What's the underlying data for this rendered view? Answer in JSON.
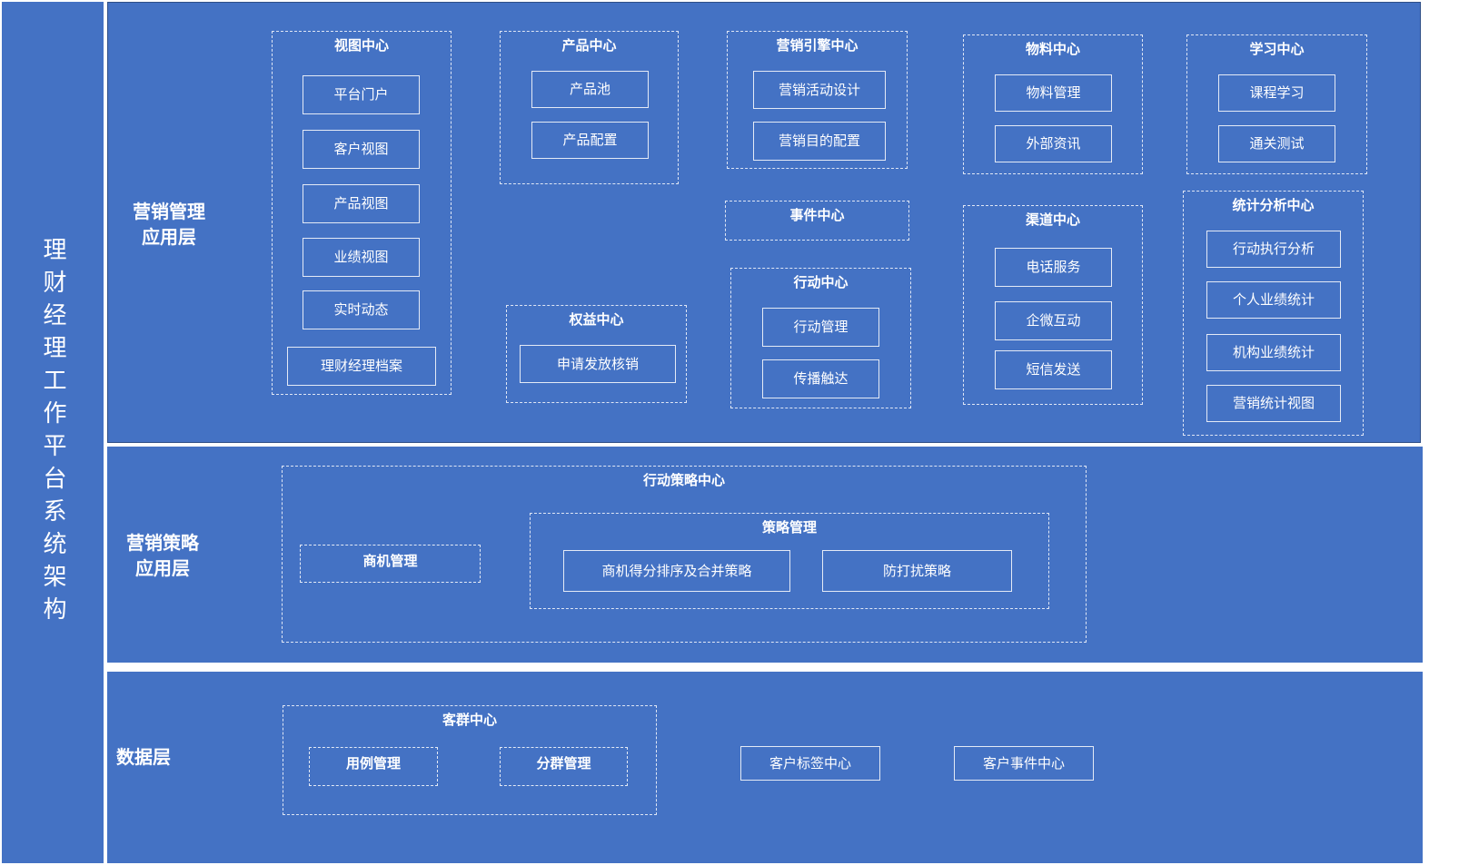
{
  "side_title": "理财经理工作平台系统架构",
  "layers": {
    "app": {
      "label": "营销管理\n应用层",
      "groups": {
        "view_center": {
          "title": "视图中心",
          "items": [
            "平台门户",
            "客户视图",
            "产品视图",
            "业绩视图",
            "实时动态",
            "理财经理档案"
          ]
        },
        "product_center": {
          "title": "产品中心",
          "items": [
            "产品池",
            "产品配置"
          ]
        },
        "engine_center": {
          "title": "营销引擎中心",
          "items": [
            "营销活动设计",
            "营销目的配置"
          ]
        },
        "material_center": {
          "title": "物料中心",
          "items": [
            "物料管理",
            "外部资讯"
          ]
        },
        "learning_center": {
          "title": "学习中心",
          "items": [
            "课程学习",
            "通关测试"
          ]
        },
        "event_center": {
          "title": "事件中心"
        },
        "rights_center": {
          "title": "权益中心",
          "items": [
            "申请发放核销"
          ]
        },
        "action_center": {
          "title": "行动中心",
          "items": [
            "行动管理",
            "传播触达"
          ]
        },
        "channel_center": {
          "title": "渠道中心",
          "items": [
            "电话服务",
            "企微互动",
            "短信发送"
          ]
        },
        "stats_center": {
          "title": "统计分析中心",
          "items": [
            "行动执行分析",
            "个人业绩统计",
            "机构业绩统计",
            "营销统计视图"
          ]
        }
      }
    },
    "strategy": {
      "label": "营销策略\n应用层",
      "action_strategy_center": {
        "title": "行动策略中心",
        "opportunity": "商机管理",
        "strategy_mgmt": {
          "title": "策略管理",
          "items": [
            "商机得分排序及合并策略",
            "防打扰策略"
          ]
        }
      }
    },
    "data": {
      "label": "数据层",
      "customer_group_center": {
        "title": "客群中心",
        "items": [
          "用例管理",
          "分群管理"
        ]
      },
      "tag_center": "客户标签中心",
      "event_center": "客户事件中心"
    }
  },
  "colors": {
    "panel": "#4472c4",
    "border": "#dfe6f5",
    "background": "#ffffff"
  }
}
